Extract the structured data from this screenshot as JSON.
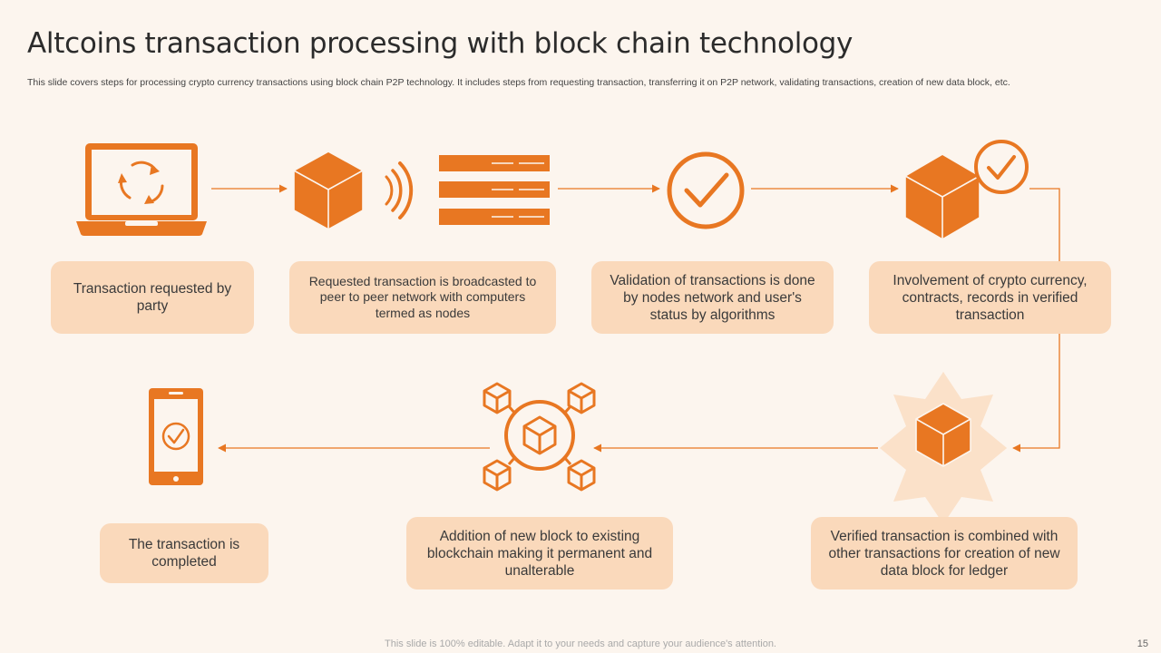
{
  "slide": {
    "title": "Altcoins transaction processing with block chain technology",
    "subtitle": "This slide covers steps for processing crypto currency transactions using block chain P2P technology. It includes steps from requesting transaction, transferring it on P2P network, validating transactions, creation of new data block, etc.",
    "footer": "This slide is 100% editable. Adapt it to your needs and capture your audience's attention.",
    "page_number": "15"
  },
  "colors": {
    "accent": "#e87722",
    "box_fill": "#fad9bb",
    "background": "#fcf5ee",
    "star": "#fbe1c9"
  },
  "steps": [
    {
      "label": "Transaction requested by party",
      "icon": "laptop-sync-icon"
    },
    {
      "label": "Requested transaction is broadcasted to peer to peer network with computers termed as nodes",
      "icon": "cube-broadcast-servers-icon"
    },
    {
      "label": "Validation of transactions is done by nodes network and user's status by algorithms",
      "icon": "checkmark-circle-icon"
    },
    {
      "label": "Involvement of crypto currency, contracts, records in verified transaction",
      "icon": "cube-check-icon"
    },
    {
      "label": "Verified transaction is combined with other transactions for creation of new data block for ledger",
      "icon": "cube-star-icon"
    },
    {
      "label": "Addition of new block to existing blockchain making it permanent and unalterable",
      "icon": "blockchain-network-icon"
    },
    {
      "label": "The transaction is completed",
      "icon": "smartphone-check-icon"
    }
  ]
}
